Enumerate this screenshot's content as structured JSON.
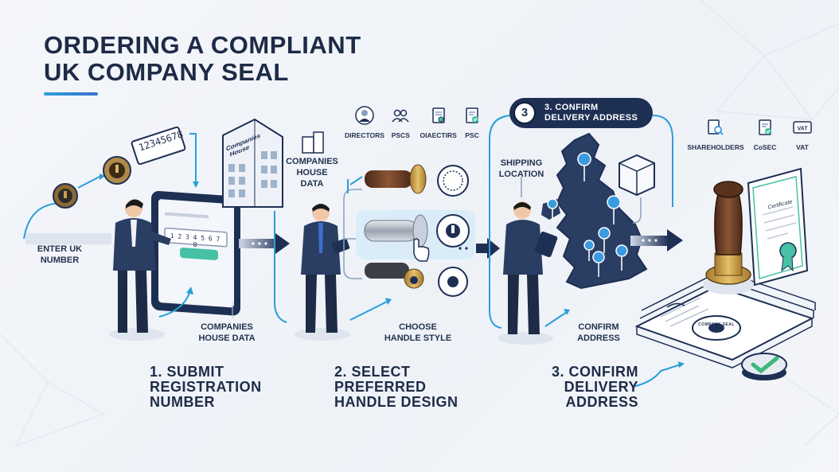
{
  "title": {
    "line1": "ORDERING A COMPLIANT",
    "line2": "UK COMPANY SEAL",
    "accent": "#2a9fd8"
  },
  "labels": {
    "enter_uk_number_l1": "ENTER UK",
    "enter_uk_number_l2": "NUMBER",
    "registration_display": "12345678",
    "tablet_input_value": "1 2 3 4 5 6 7 8",
    "companies_house_sign": "Companies House",
    "companies_house_data_top_l1": "COMPANIES",
    "companies_house_data_top_l2": "HOUSE",
    "companies_house_data_top_l3": "DATA",
    "companies_house_data_bottom_l1": "COMPANIES",
    "companies_house_data_bottom_l2": "HOUSE DATA",
    "choose_handle_l1": "CHOOSE",
    "choose_handle_l2": "HANDLE STYLE",
    "shipping_location_l1": "SHIPPING",
    "shipping_location_l2": "LOCATION",
    "confirm_address_l1": "CONFIRM",
    "confirm_address_l2": "ADDRESS",
    "certificate": "Certificate",
    "seal_text": "COMPANY SEAL"
  },
  "top_icons": [
    {
      "label": "DIRECTORS",
      "icon": "director-icon"
    },
    {
      "label": "PSCS",
      "icon": "people-icon"
    },
    {
      "label": "OIAECTIRS",
      "icon": "document-seal-icon"
    },
    {
      "label": "PSC",
      "icon": "document-check-icon"
    }
  ],
  "right_icons": [
    {
      "label": "SHAREHOLDERS",
      "icon": "search-document-icon"
    },
    {
      "label": "CoSEC",
      "icon": "document-check-icon"
    },
    {
      "label": "VAT",
      "icon": "vat-icon"
    }
  ],
  "step_pill": {
    "number": "3",
    "line1": "3. CONFIRM",
    "line2": "DELIVERY ADDRESS"
  },
  "steps": [
    {
      "line1": "1. SUBMIT",
      "line2": "REGISTRATION",
      "line3": "NUMBER"
    },
    {
      "line1": "2. SELECT",
      "line2": "PREFERRED",
      "line3": "HANDLE DESIGN"
    },
    {
      "line1": "3. CONFIRM",
      "line2": "DELIVERY",
      "line3": "ADDRESS"
    }
  ],
  "colors": {
    "navy": "#1e2f54",
    "blue": "#2a9fd8",
    "pin": "#3b9be0",
    "check": "#3db87a",
    "wood": "#6b3f26"
  }
}
